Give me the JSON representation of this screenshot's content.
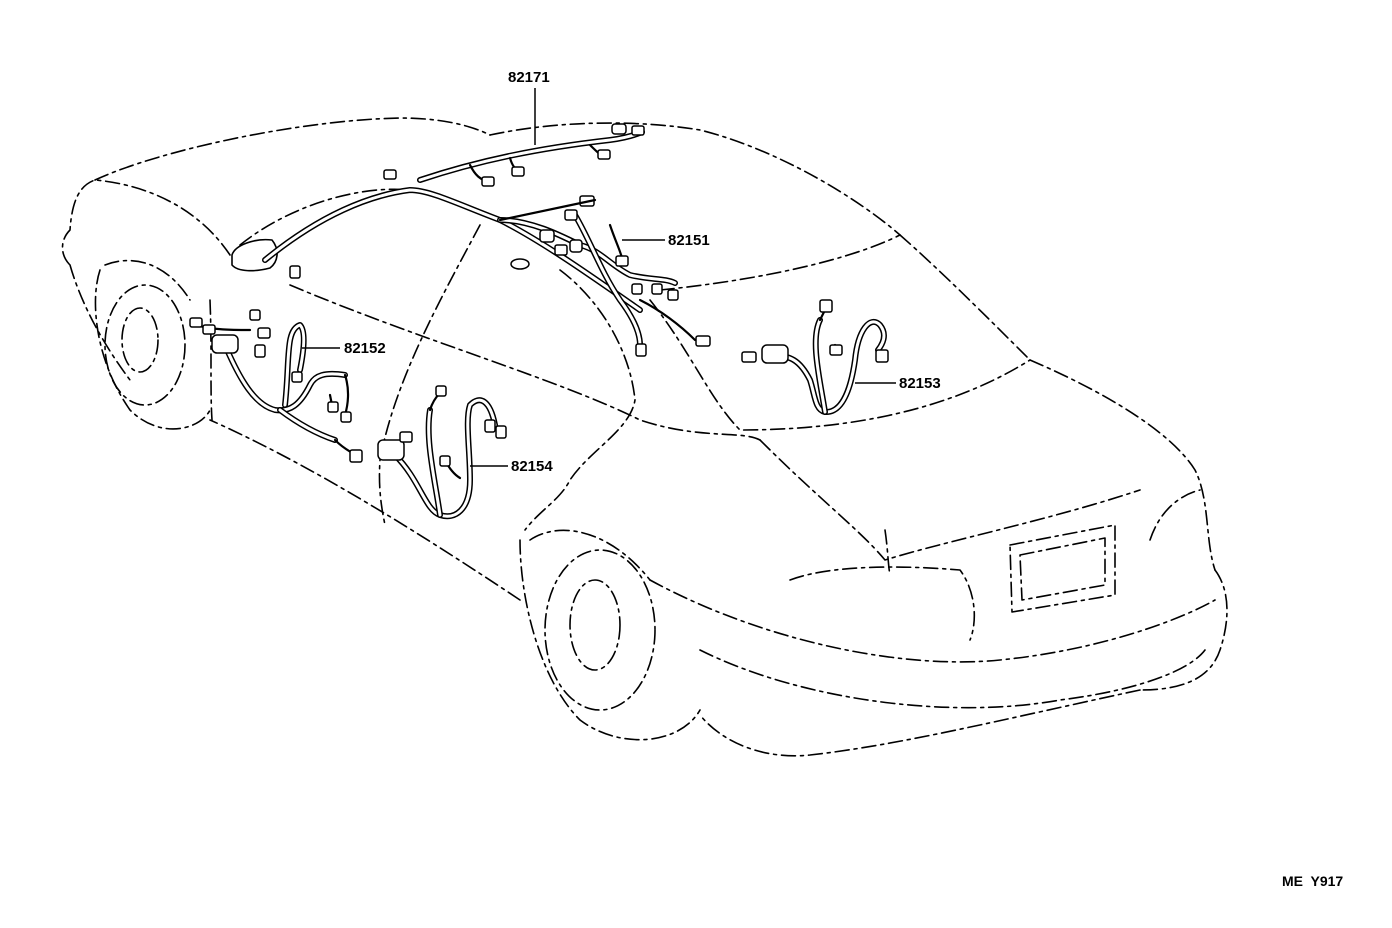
{
  "labels": {
    "harness_roof": "82171",
    "harness_81": "82151",
    "harness_82": "82152",
    "harness_83": "82153",
    "harness_84": "82154"
  },
  "diagram_code": "ME  Y917"
}
